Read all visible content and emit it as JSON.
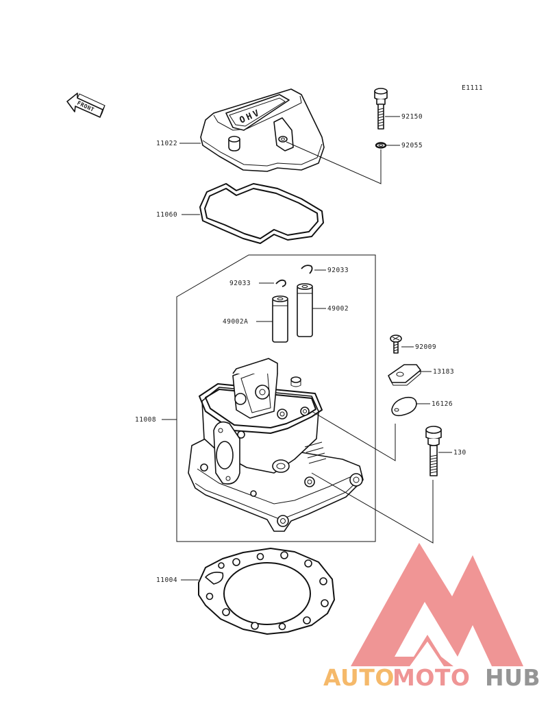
{
  "diagram_code": "E1111",
  "front_label": "FRONT",
  "cover_stamp": "OHV",
  "parts": {
    "p11022": "11022",
    "p92150": "92150",
    "p92055": "92055",
    "p11060": "11060",
    "p92033_right": "92033",
    "p92033_left": "92033",
    "p49002": "49002",
    "p49002A": "49002A",
    "p92009": "92009",
    "p13183": "13183",
    "p16126": "16126",
    "p11008": "11008",
    "p130": "130",
    "p11004": "11004"
  },
  "watermark": {
    "text_part1": "AUTO",
    "text_part2": "MOTO",
    "text_part3": "HUB",
    "color_orange": "#f4b25a",
    "color_red": "#ee8a8a",
    "color_gray": "#8a8a8a"
  }
}
